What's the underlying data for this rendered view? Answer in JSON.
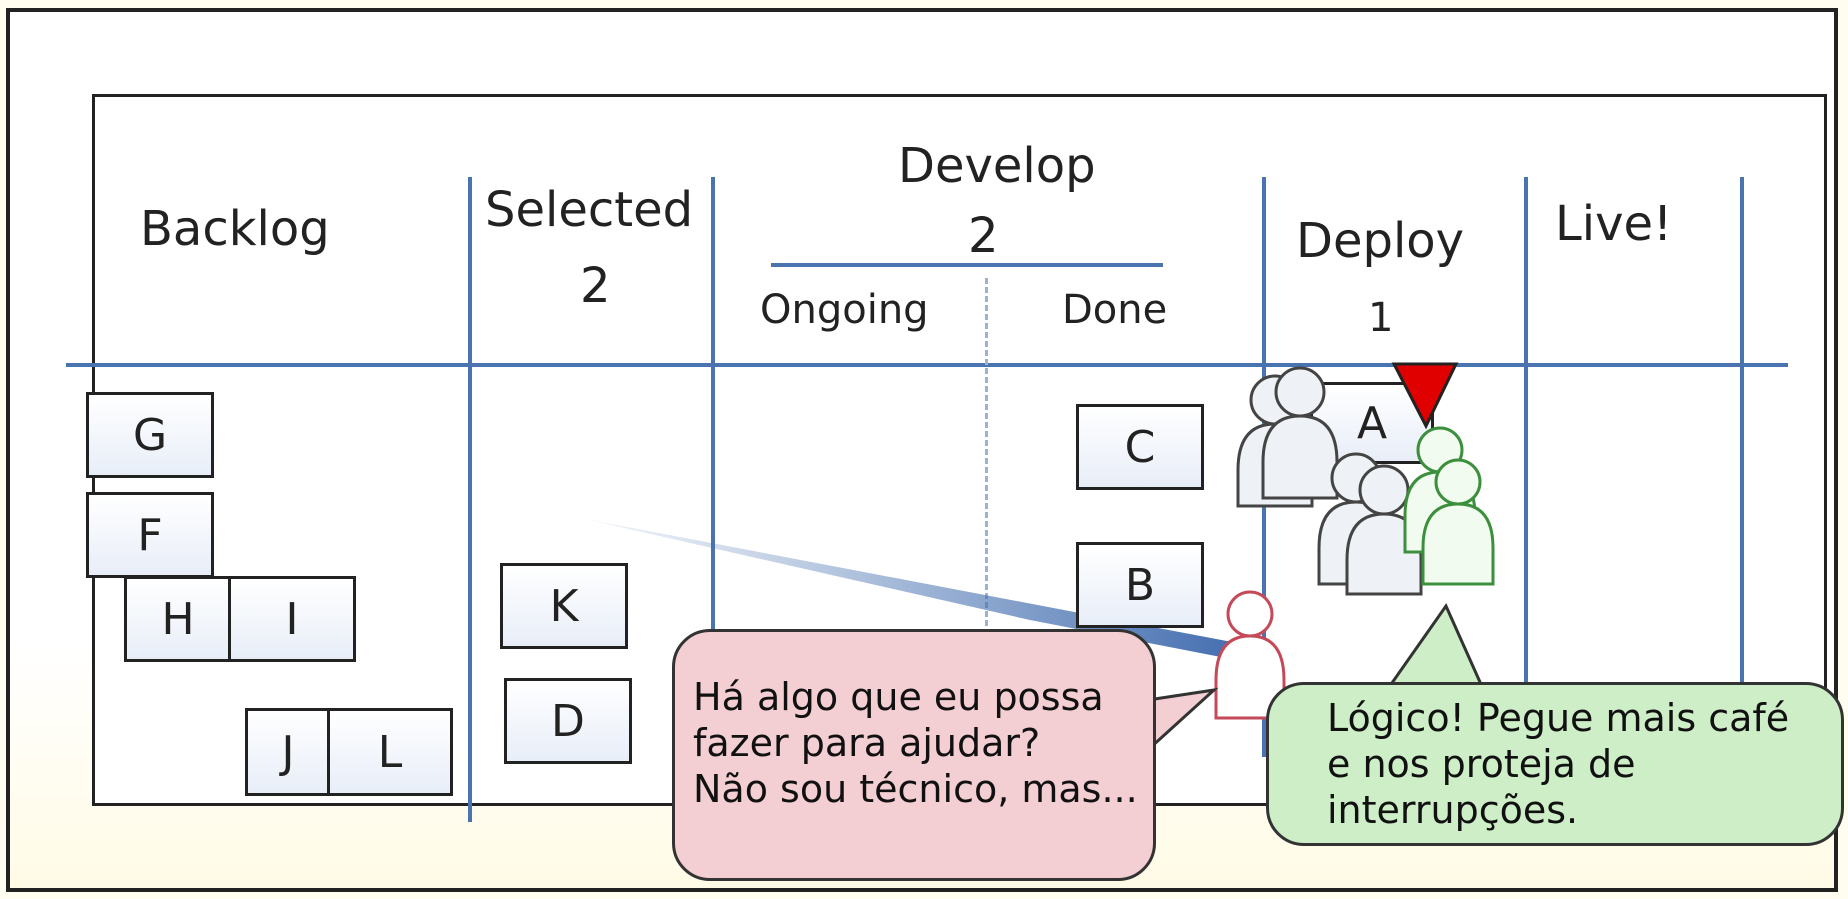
{
  "columns": {
    "backlog": {
      "title": "Backlog"
    },
    "selected": {
      "title": "Selected",
      "limit": "2"
    },
    "develop": {
      "title": "Develop",
      "limit": "2",
      "ongoing": "Ongoing",
      "done": "Done"
    },
    "deploy": {
      "title": "Deploy",
      "limit": "1"
    },
    "live": {
      "title": "Live!"
    }
  },
  "cards": {
    "g": "G",
    "f": "F",
    "h": "H",
    "i": "I",
    "j": "J",
    "l": "L",
    "k": "K",
    "d": "D",
    "c": "C",
    "b": "B",
    "a": "A"
  },
  "bubbles": {
    "pink": {
      "line1": "Há algo que eu possa",
      "line2": "fazer para ajudar?",
      "line3": "Não sou técnico, mas..."
    },
    "green": {
      "line1": "Lógico! Pegue mais café",
      "line2": "e nos proteja de",
      "line3": "interrupções."
    }
  },
  "colors": {
    "lines": "#4a74b0",
    "bottleneck_marker": "#e00000",
    "team_person": "#9aa3ad",
    "helper_person": "#e07a86",
    "green_person": "#5cb05c",
    "pink_bubble": "#f3cfd3",
    "green_bubble": "#cdeec6"
  },
  "icons": {
    "team": "person-group-icon",
    "helper": "person-icon",
    "marker": "bottleneck-triangle-icon"
  }
}
